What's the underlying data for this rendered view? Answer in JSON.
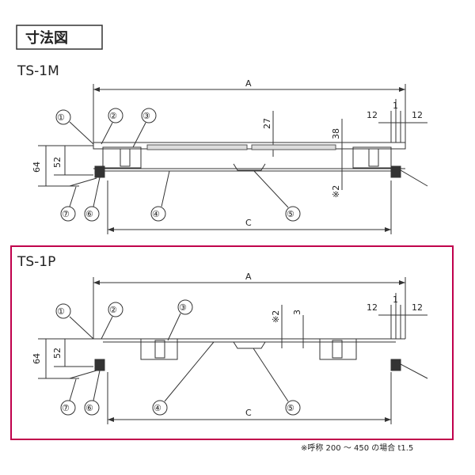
{
  "header": {
    "title": "寸法図"
  },
  "accent_color": "#c0004c",
  "top": {
    "model": "TS-1M",
    "dims": {
      "A": "A",
      "C": "C",
      "d27": "27",
      "d38": "38",
      "n2": "※2",
      "d12a": "12",
      "d1": "1",
      "d12b": "12",
      "d64": "64",
      "d52": "52"
    },
    "callouts": [
      "①",
      "②",
      "③",
      "④",
      "⑤",
      "⑥",
      "⑦"
    ]
  },
  "bottom": {
    "model": "TS-1P",
    "dims": {
      "A": "A",
      "C": "C",
      "n2": "※2",
      "d3": "3",
      "d12a": "12",
      "d1": "1",
      "d12b": "12",
      "d64": "64",
      "d52": "52"
    },
    "callouts": [
      "①",
      "②",
      "③",
      "④",
      "⑤",
      "⑥",
      "⑦"
    ]
  },
  "footnote": "※呼称 200 ～ 450 の場合 t1.5"
}
